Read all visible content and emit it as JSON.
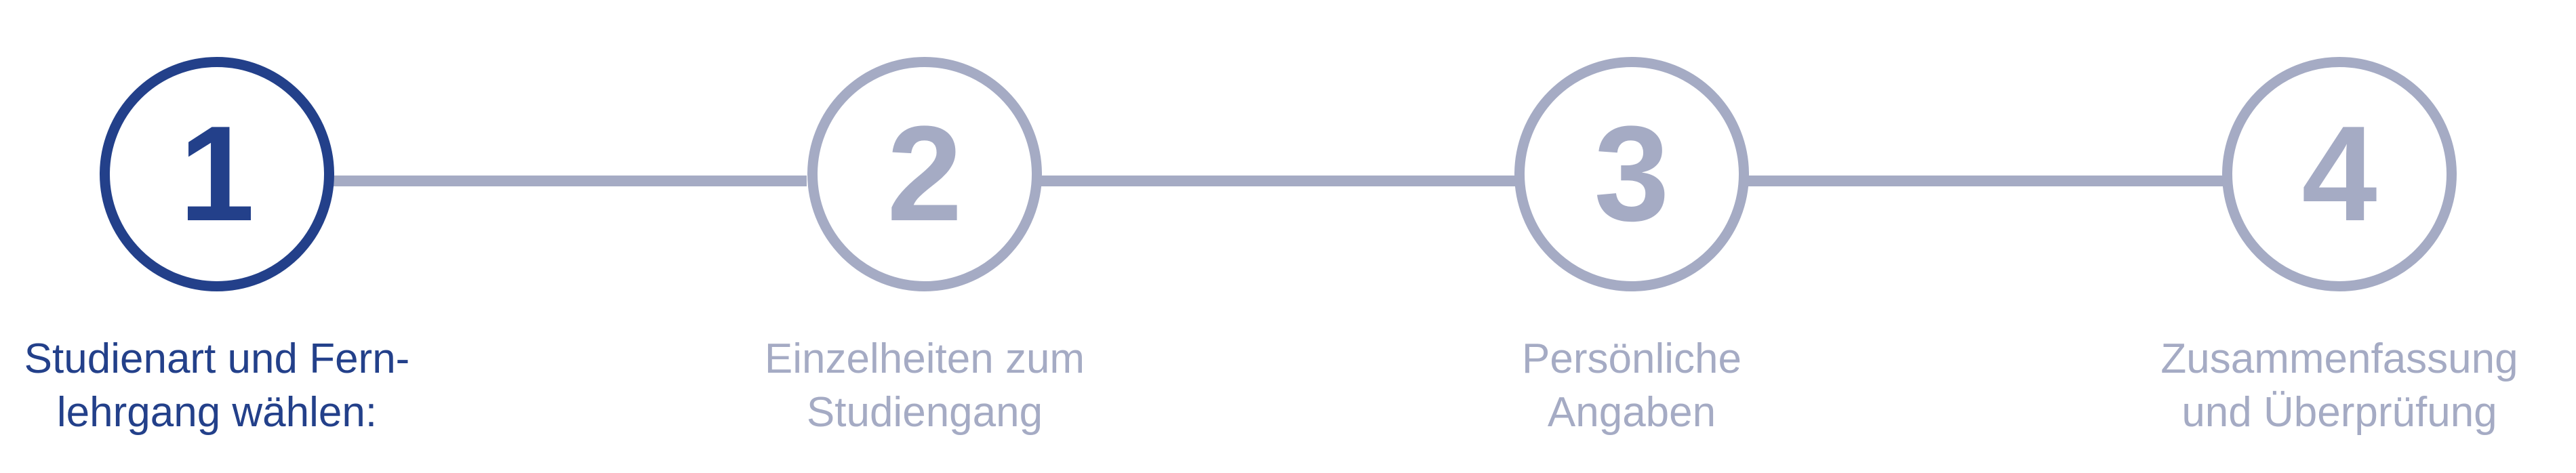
{
  "colors": {
    "active": "#23408a",
    "inactive": "#a5abc4"
  },
  "steps": [
    {
      "number": "1",
      "label_lines": [
        "Studienart und Fern-",
        "lehrgang wählen:"
      ],
      "state": "active"
    },
    {
      "number": "2",
      "label_lines": [
        "Einzelheiten zum",
        "Studiengang"
      ],
      "state": "inactive"
    },
    {
      "number": "3",
      "label_lines": [
        "Persönliche",
        "Angaben"
      ],
      "state": "inactive"
    },
    {
      "number": "4",
      "label_lines": [
        "Zusammenfassung",
        "und Überprüfung"
      ],
      "state": "inactive"
    }
  ]
}
